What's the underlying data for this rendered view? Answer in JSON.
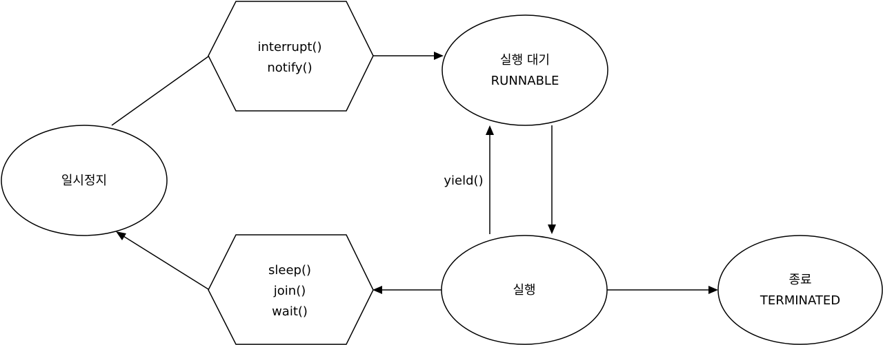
{
  "nodes": {
    "runnable": {
      "lines": [
        "실행 대기",
        "RUNNABLE"
      ]
    },
    "paused": {
      "lines": [
        "일시정지"
      ]
    },
    "running": {
      "lines": [
        "실행"
      ]
    },
    "terminated": {
      "lines": [
        "종료",
        "TERMINATED"
      ]
    },
    "resume_methods": {
      "lines": [
        "interrupt()",
        "notify()"
      ]
    },
    "pause_methods": {
      "lines": [
        "sleep()",
        "join()",
        "wait()"
      ]
    }
  },
  "edges": {
    "yield_label": "yield()"
  },
  "colors": {
    "stroke": "#000000",
    "fill": "#ffffff",
    "background": "#ffffff"
  }
}
